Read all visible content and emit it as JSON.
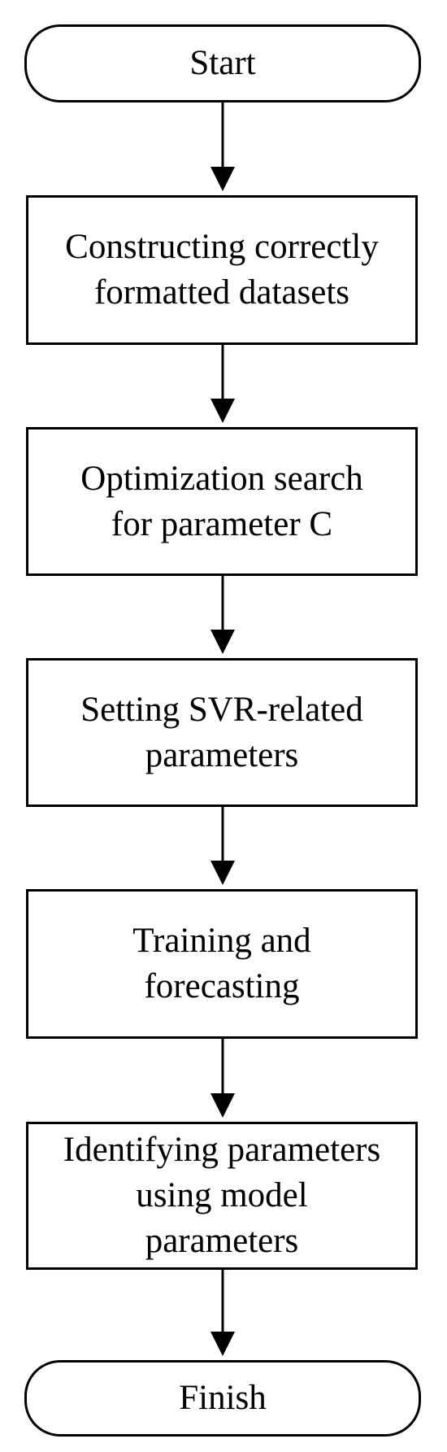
{
  "flowchart": {
    "start": {
      "label": "Start"
    },
    "steps": [
      {
        "lines": [
          "Constructing correctly",
          "formatted datasets"
        ]
      },
      {
        "lines": [
          "Optimization search",
          "for parameter C"
        ]
      },
      {
        "lines": [
          "Setting SVR-related",
          "parameters"
        ]
      },
      {
        "lines": [
          "Training and",
          "forecasting"
        ]
      },
      {
        "lines": [
          "Identifying parameters",
          "using model",
          "parameters"
        ]
      }
    ],
    "finish": {
      "label": "Finish"
    }
  },
  "colors": {
    "stroke": "#000000",
    "fill": "#ffffff"
  }
}
